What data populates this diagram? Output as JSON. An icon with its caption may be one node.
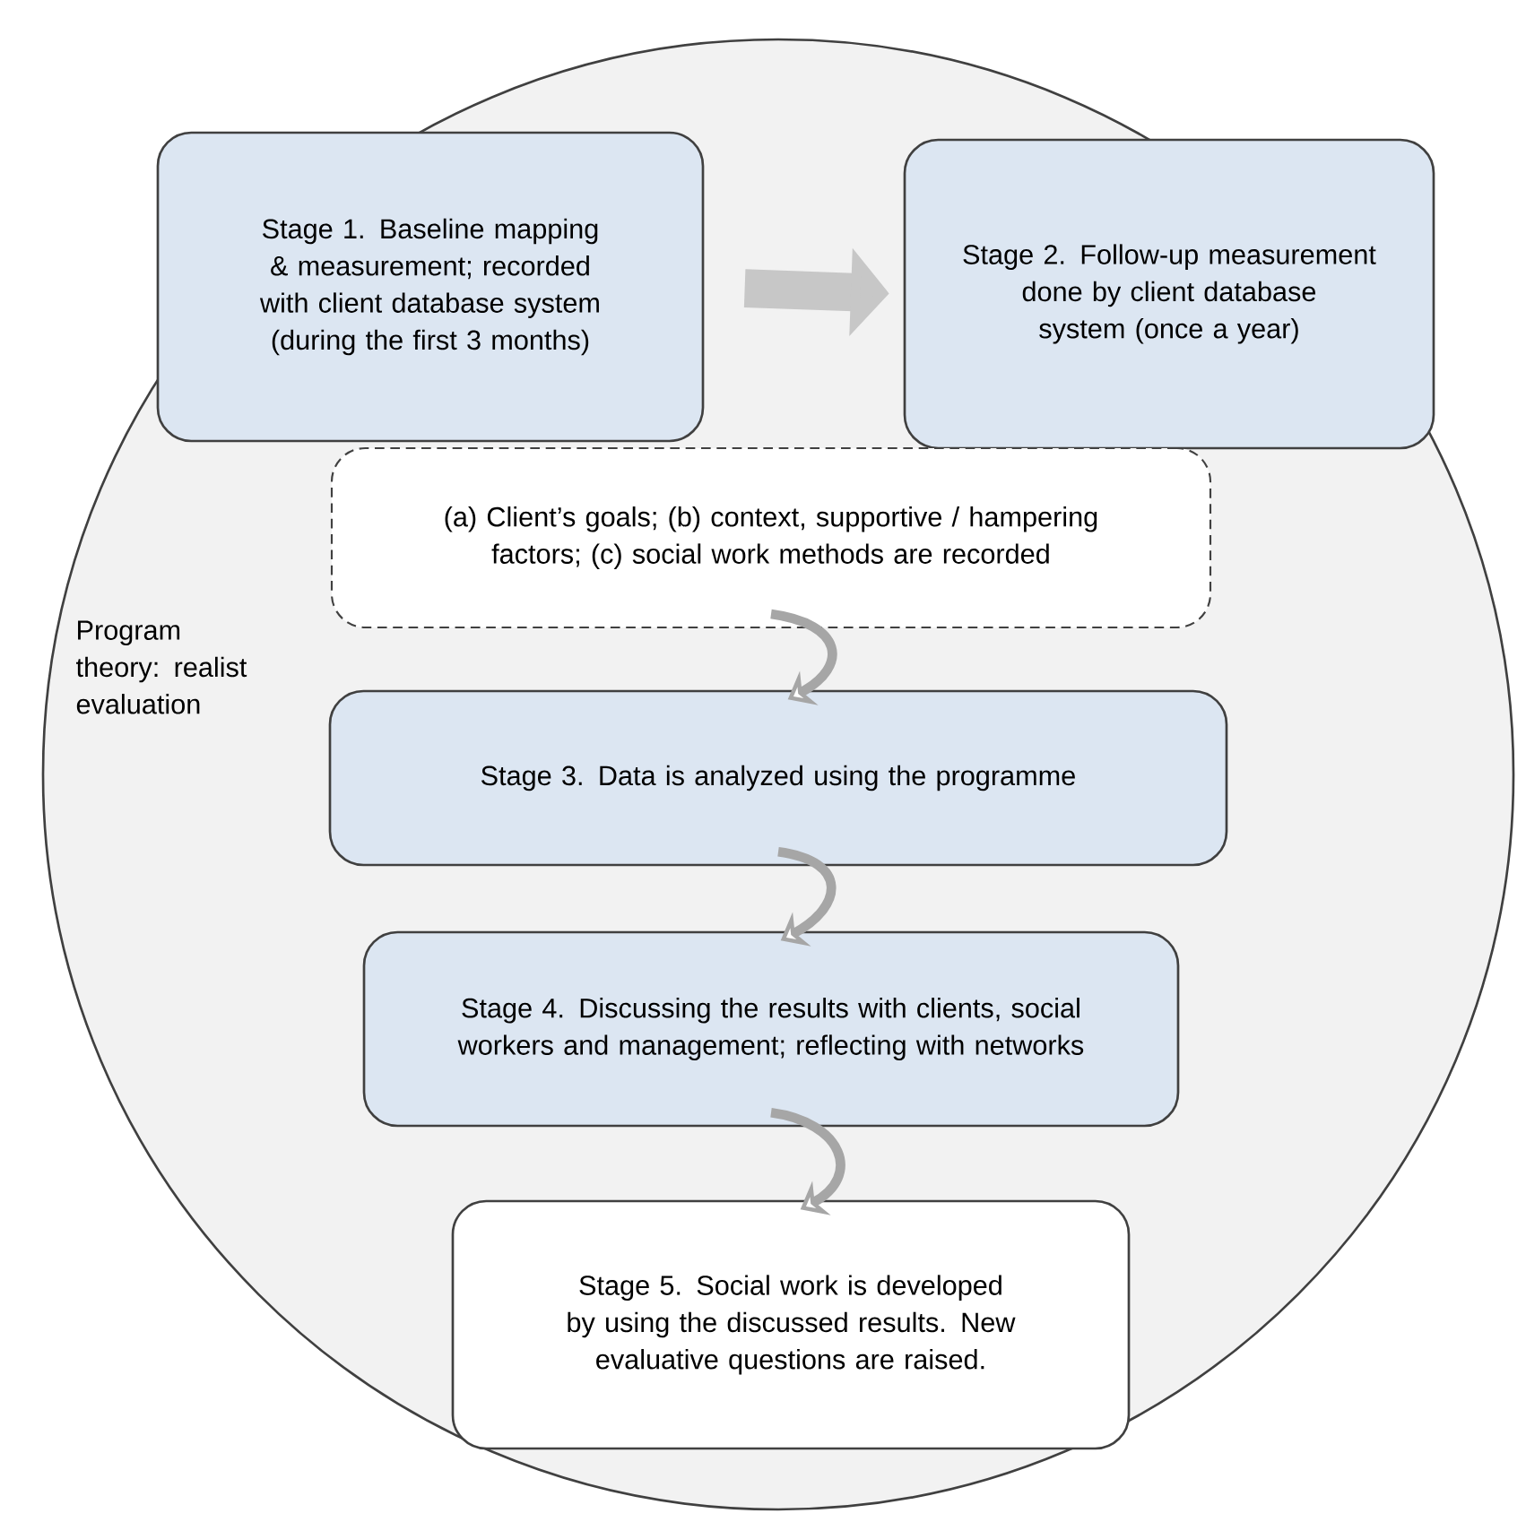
{
  "diagram": {
    "nodes": [
      {
        "text": [
          "Program theory: realist evaluation"
        ]
      },
      {
        "text": [
          "Stage 1. Baseline mapping & measurement; recorded with client database system (during the first 3 months)"
        ],
        "in": 0
      },
      {
        "text": [
          "Stage 2. Follow-up measurement done by client database system (once a year)"
        ],
        "in": 0
      },
      {
        "text": [
          "(a) Client’s goals; (b) context, supportive / hampering factors; (c) social work methods are recorded"
        ],
        "in": 0
      },
      {
        "text": [
          "Stage 3. Data is analyzed using the programme"
        ],
        "in": 0
      },
      {
        "text": [
          "Stage 4. Discussing the results with clients, social workers and management; reflecting with networks"
        ],
        "in": 0
      },
      {
        "text": [
          "Stage 5. Social work is developed by using the discussed results. New evaluative questions are raised."
        ],
        "in": 0
      }
    ],
    "edges": [
      {
        "from": 1,
        "to": 2,
        "arrow": "to",
        "style": "thick"
      },
      {
        "from": 3,
        "to": 4,
        "arrow": "to"
      },
      {
        "from": 4,
        "to": 5,
        "arrow": "to"
      },
      {
        "from": 5,
        "to": 6,
        "arrow": "to"
      }
    ]
  }
}
